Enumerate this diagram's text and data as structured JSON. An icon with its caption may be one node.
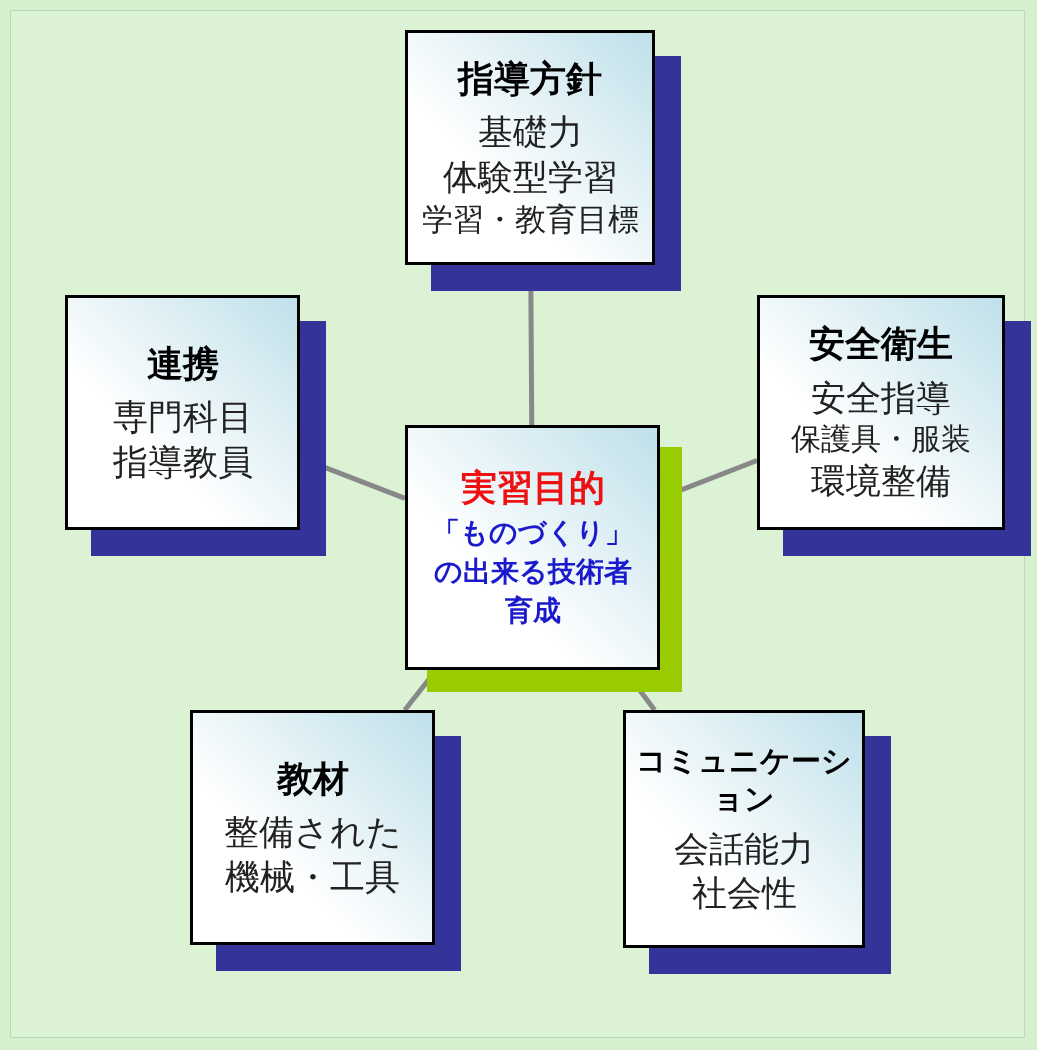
{
  "diagram": {
    "nodes": [
      {
        "text": [
          "実習目的",
          "「ものづくり」の出来る技術者育成"
        ]
      },
      {
        "text": [
          "指導方針",
          "基礎力",
          "体験型学習",
          "学習・教育目標"
        ]
      },
      {
        "text": [
          "連携",
          "専門科目",
          "指導教員"
        ]
      },
      {
        "text": [
          "安全衛生",
          "安全指導",
          "保護具・服装",
          "環境整備"
        ]
      },
      {
        "text": [
          "教材",
          "整備された機械・工具"
        ]
      },
      {
        "text": [
          "コミュニケーション",
          "会話能力",
          "社会性"
        ]
      }
    ],
    "edges": [
      {
        "from": 0,
        "to": 1,
        "arrow": "none"
      },
      {
        "from": 0,
        "to": 2,
        "arrow": "none"
      },
      {
        "from": 0,
        "to": 3,
        "arrow": "none"
      },
      {
        "from": 0,
        "to": 4,
        "arrow": "none"
      },
      {
        "from": 0,
        "to": 5,
        "arrow": "none"
      }
    ]
  }
}
